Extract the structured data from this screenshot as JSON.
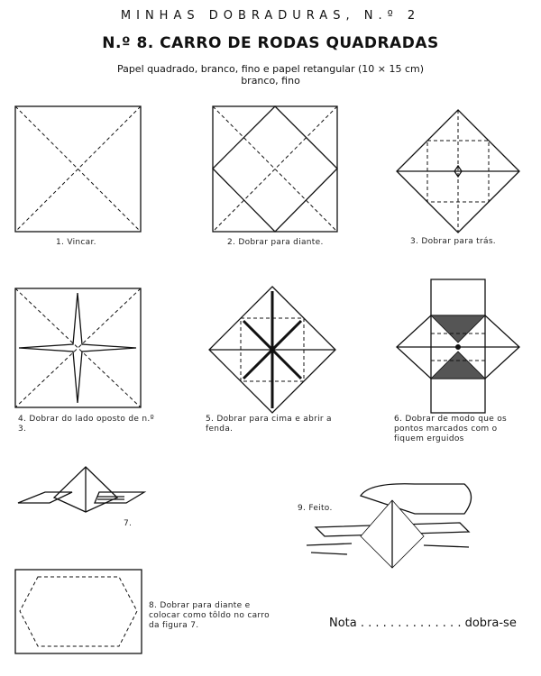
{
  "header": {
    "series": "MINHAS DOBRADURAS, N.º 2",
    "title": "N.º 8. CARRO DE RODAS QUADRADAS",
    "subtitle_line1": "Papel quadrado, branco, fino e papel retangular (10 × 15 cm)",
    "subtitle_line2": "branco, fino"
  },
  "steps": [
    {
      "caption": "1. Vincar."
    },
    {
      "caption": "2. Dobrar para diante."
    },
    {
      "caption": "3. Dobrar para trás."
    },
    {
      "caption": "4. Dobrar do lado oposto de n.º 3."
    },
    {
      "caption": "5. Dobrar para cima e abrir a fenda."
    },
    {
      "caption": "6. Dobrar de modo que os pontos marcados com o fiquem erguidos"
    },
    {
      "caption": "7."
    },
    {
      "caption": "8. Dobrar para diante e colocar como tôldo no carro da figura 7."
    },
    {
      "caption": "9. Feito."
    }
  ],
  "note": {
    "label": "Nota",
    "dots": " . . . . . . . . . . . . . . ",
    "meaning": "dobra-se"
  }
}
